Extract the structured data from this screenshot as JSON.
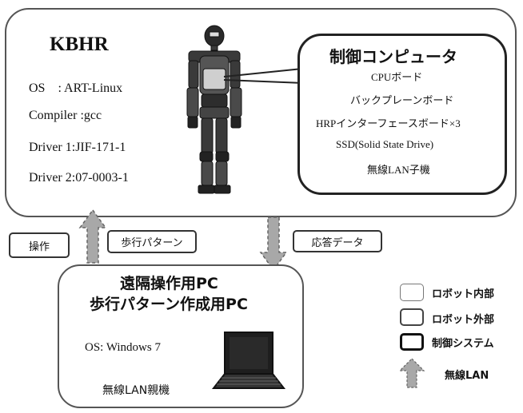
{
  "robot": {
    "title": "KBHR",
    "specs": [
      "OS　: ART-Linux",
      "Compiler :gcc",
      "Driver 1:JIF-171-1",
      "Driver 2:07-0003-1"
    ]
  },
  "controller": {
    "title": "制御コンピュータ",
    "items": [
      "CPUボード",
      "バックプレーンボード",
      "HRPインターフェースボード×3",
      "SSD(Solid State Drive)",
      "無線LAN子機"
    ]
  },
  "remote_pc": {
    "title_line1": "遠隔操作用PC",
    "title_line2": "歩行パターン作成用PC",
    "os": "OS: Windows 7",
    "lan": "無線LAN親機"
  },
  "flows": {
    "operation": "操作",
    "walking_pattern": "歩行パターン",
    "response_data": "応答データ"
  },
  "legend": {
    "robot_internal": "ロボット内部",
    "robot_external": "ロボット外部",
    "control_system": "制御システム",
    "wireless_lan": "無線LAN"
  },
  "colors": {
    "arrow_fill": "#a8a8a8",
    "border_dark": "#222222",
    "border_mid": "#555555"
  }
}
